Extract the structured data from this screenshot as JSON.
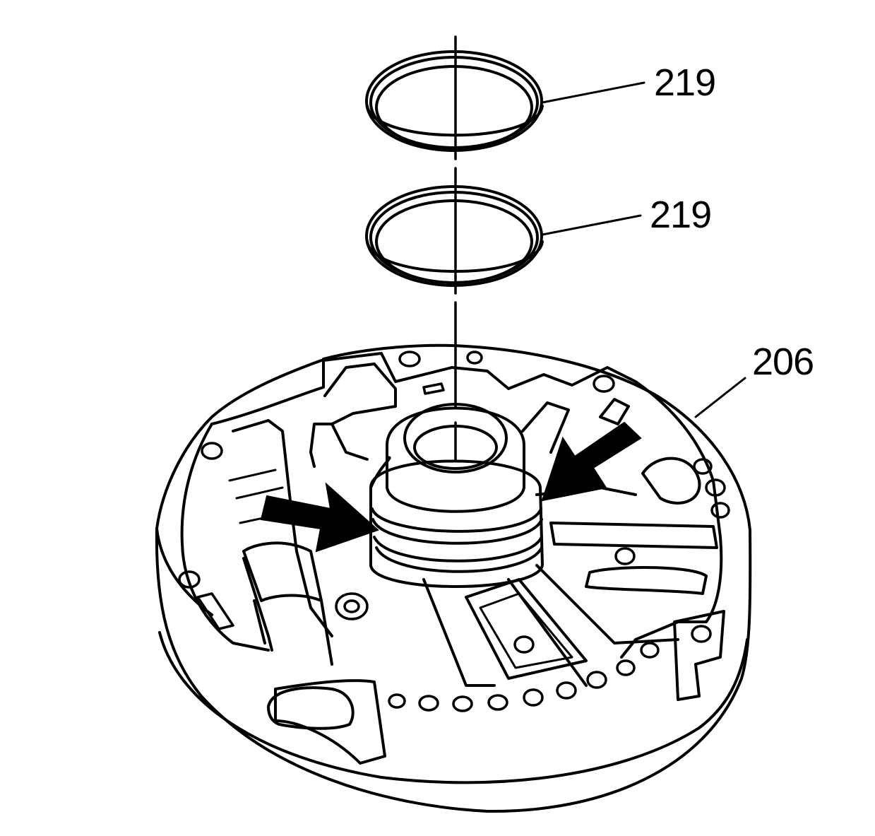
{
  "diagram": {
    "callouts": [
      {
        "id": "upper-ring",
        "label": "219"
      },
      {
        "id": "lower-ring",
        "label": "219"
      },
      {
        "id": "pump-body",
        "label": "206"
      }
    ],
    "colors": {
      "line": "#000000",
      "background": "#ffffff"
    }
  }
}
